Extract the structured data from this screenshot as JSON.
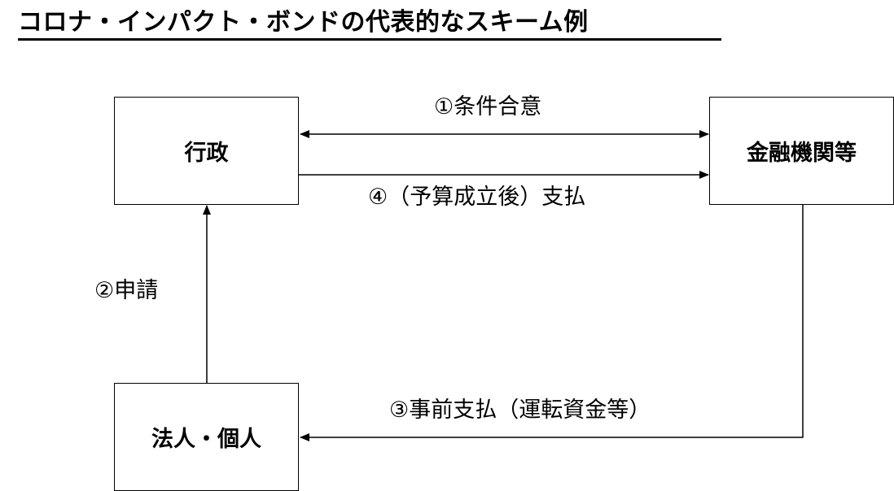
{
  "title": "コロナ・インパクト・ボンドの代表的なスキーム例",
  "nodes": {
    "gyosei": "行政",
    "kinyu": "金融機関等",
    "hojin": "法人・個人"
  },
  "edges": {
    "agreement": "①条件合意",
    "application": "②申請",
    "advance_payment": "③事前支払（運転資金等）",
    "payment": "④（予算成立後）支払"
  }
}
